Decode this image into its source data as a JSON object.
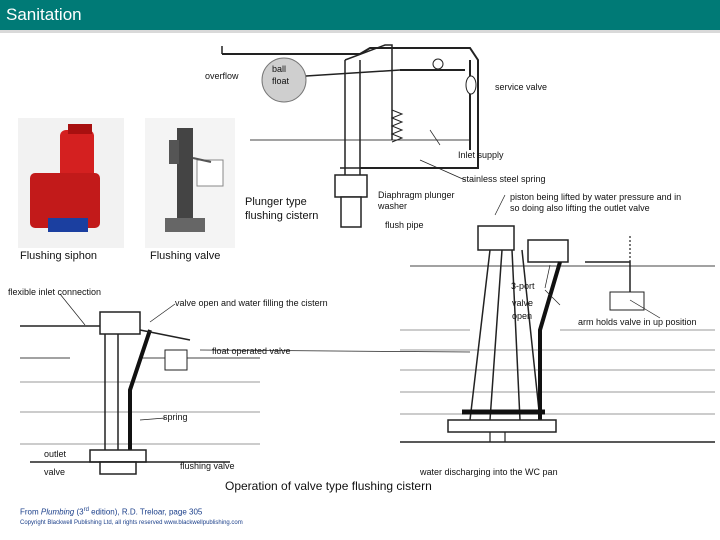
{
  "title": "Sanitation",
  "labels": {
    "overflow": "overflow",
    "ball_float_1": "ball",
    "ball_float_2": "float",
    "service_valve": "service valve",
    "inlet_supply": "Inlet supply",
    "stainless_spring": "stainless steel spring",
    "plunger_1": "Plunger type",
    "plunger_2": "flushing cistern",
    "diaphragm_1": "Diaphragm plunger",
    "diaphragm_2": "washer",
    "flush_pipe": "flush pipe",
    "piston_1": "piston being lifted by water pressure and in",
    "piston_2": "so doing also lifting the outlet valve",
    "flushing_siphon": "Flushing siphon",
    "flushing_valve_photo": "Flushing valve",
    "three_port": "3-port",
    "flexible_inlet": "flexible inlet connection",
    "valve_open_filling": "valve open and water filling the cistern",
    "valve_open_1": "valve",
    "valve_open_2": "open",
    "arm_holds": "arm holds valve in up position",
    "float_operated": "float operated valve",
    "spring": "spring",
    "outlet": "outlet",
    "valve": "valve",
    "flushing_valve": "flushing valve",
    "water_discharging": "water discharging into the WC pan",
    "operation_caption": "Operation of valve type flushing cistern"
  },
  "credit": {
    "prefix": "From ",
    "book": "Plumbing",
    "edition_open": " (3",
    "edition_sup": "rd",
    "edition_close": " edition), R.D. Treloar, page 305",
    "copyright": "Copyright Blackwell Publishing Ltd, all rights reserved  www.blackwellpublishing.com"
  },
  "colors": {
    "title_bar": "#007a76",
    "siphon_red": "#d42020",
    "line": "#222222",
    "water": "#333333"
  }
}
